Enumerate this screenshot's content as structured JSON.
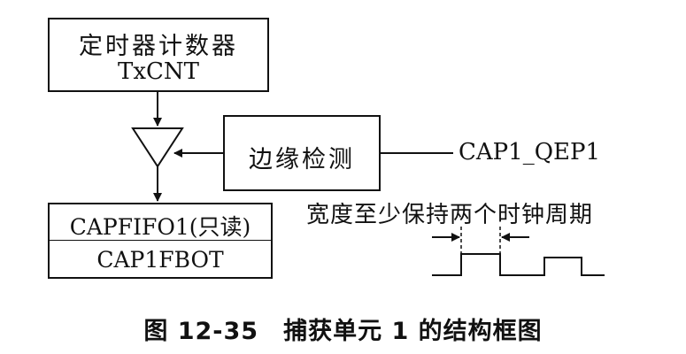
{
  "timer_counter": {
    "line1": "定时器计数器",
    "line2": "TxCNT"
  },
  "edge_detect": {
    "label": "边缘检测"
  },
  "input_signal": {
    "label": "CAP1_QEP1"
  },
  "pulse_width_note": {
    "label": "宽度至少保持两个时钟周期"
  },
  "fifo_register": {
    "label": "CAPFIFO1(只读)"
  },
  "fifo_bottom_register": {
    "label": "CAP1FBOT"
  },
  "caption": {
    "label": "图 12-35　捕获单元 1 的结构框图"
  }
}
